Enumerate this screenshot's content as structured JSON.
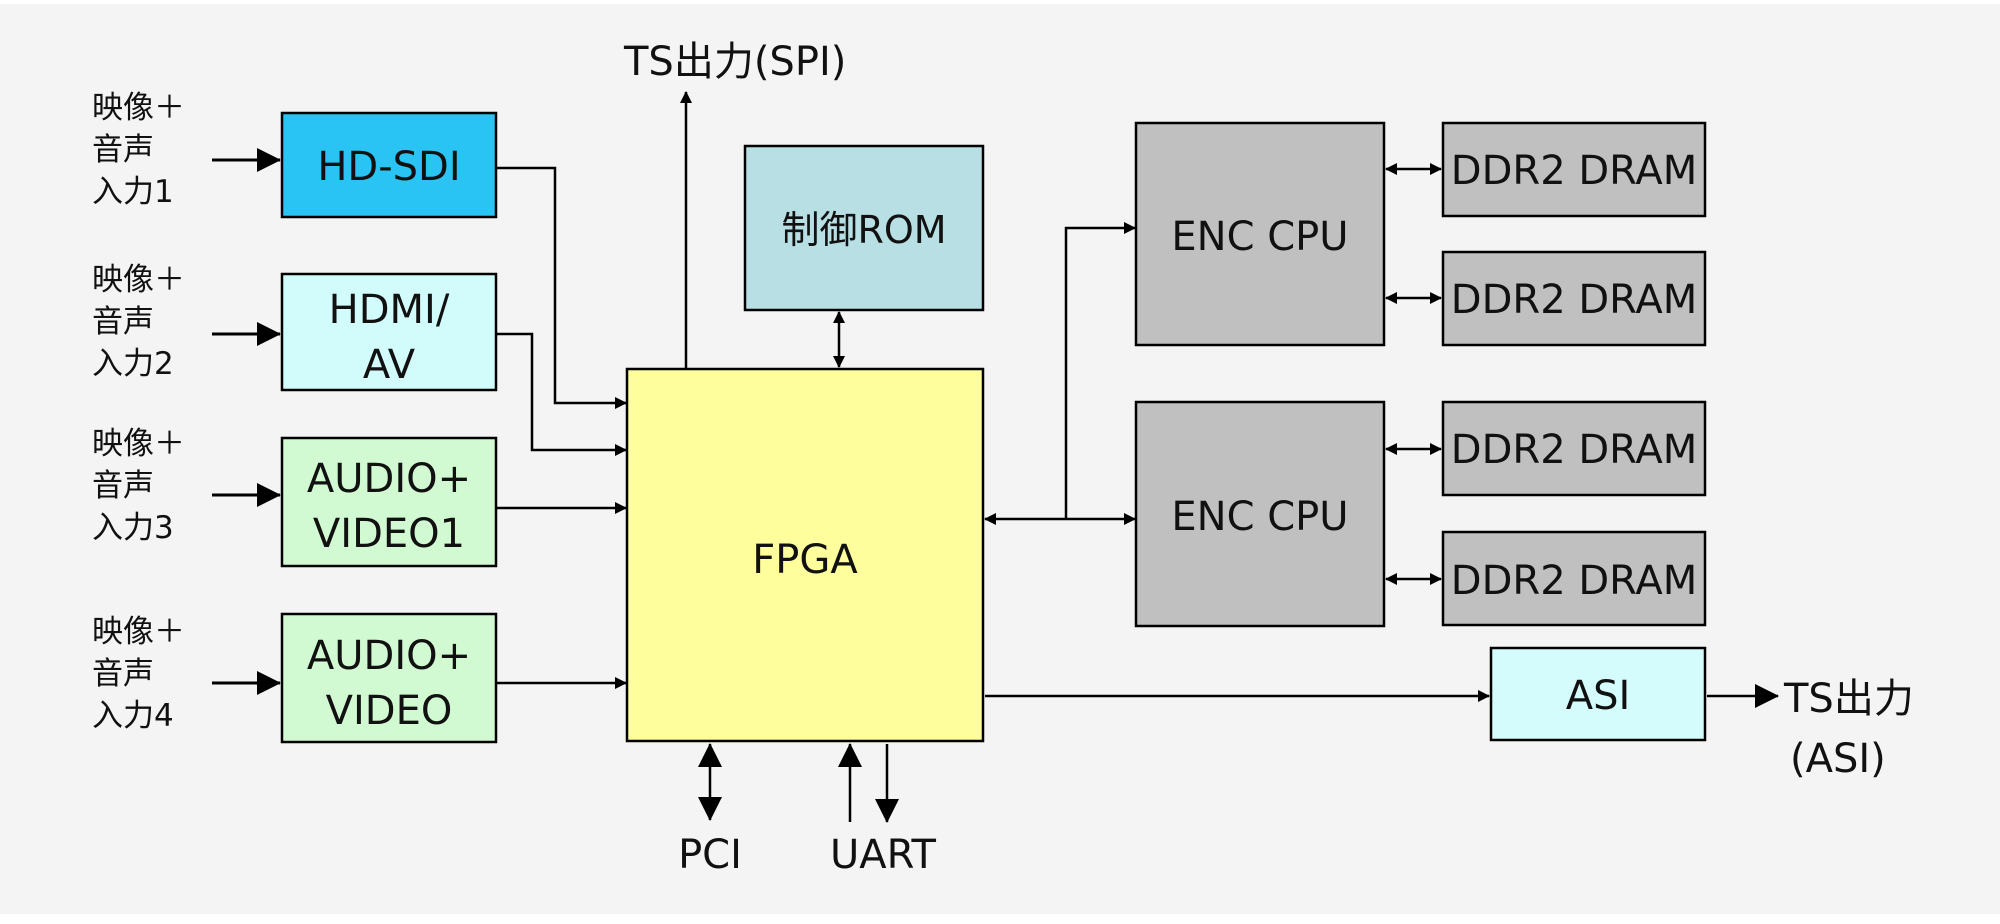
{
  "inputs": [
    {
      "line1": "映像＋",
      "line2": "音声",
      "line3": "入力1"
    },
    {
      "line1": "映像＋",
      "line2": "音声",
      "line3": "入力2"
    },
    {
      "line1": "映像＋",
      "line2": "音声",
      "line3": "入力3"
    },
    {
      "line1": "映像＋",
      "line2": "音声",
      "line3": "入力4"
    }
  ],
  "blocks": {
    "hdsdi": "HD-SDI",
    "hdmi": {
      "line1": "HDMI/",
      "line2": "AV"
    },
    "av1": {
      "line1": "AUDIO+",
      "line2": "VIDEO1"
    },
    "av2": {
      "line1": "AUDIO+",
      "line2": "VIDEO"
    },
    "rom": "制御ROM",
    "fpga": "FPGA",
    "enc1": "ENC CPU",
    "enc2": "ENC CPU",
    "ddr": [
      "DDR2 DRAM",
      "DDR2 DRAM",
      "DDR2 DRAM",
      "DDR2 DRAM"
    ],
    "asi": "ASI"
  },
  "outputs": {
    "ts_spi": "TS出力(SPI)",
    "ts_asi": {
      "line1": "TS出力",
      "line2": "(ASI)"
    }
  },
  "buses": {
    "pci": "PCI",
    "uart": "UART"
  },
  "colors": {
    "background": "#f4f4f4",
    "hdsdi": "#29c4f4",
    "hdmi": "#d2fcfc",
    "av": "#d2fad2",
    "rom": "#b8dfe4",
    "fpga": "#fefe9c",
    "cpu": "#c0c0c0",
    "asi": "#d4fcfc",
    "line": "#000000"
  }
}
